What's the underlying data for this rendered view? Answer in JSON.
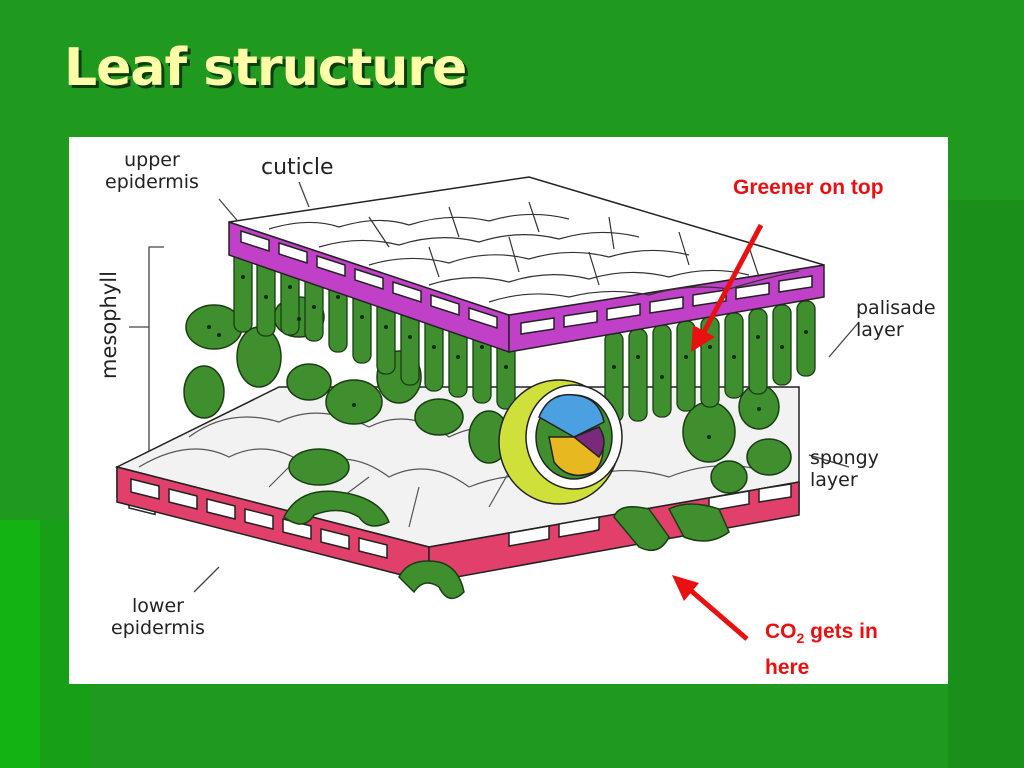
{
  "slide": {
    "title": "Leaf structure"
  },
  "diagram": {
    "labels": {
      "upper_epidermis_1": "upper",
      "upper_epidermis_2": "epidermis",
      "cuticle": "cuticle",
      "mesophyll": "mesophyll",
      "palisade_1": "palisade",
      "palisade_2": "layer",
      "spongy_1": "spongy",
      "spongy_2": "layer",
      "lower_epidermis_1": "lower",
      "lower_epidermis_2": "epidermis"
    },
    "notes": {
      "greener": "Greener on top",
      "co2_prefix": "CO",
      "co2_sub": "2",
      "co2_rest": " gets in",
      "co2_line2": "here"
    }
  },
  "colors": {
    "background": "#1f9a1f",
    "title": "#ffffa8",
    "note": "#e81010",
    "upper_epidermis": "#c040c8",
    "lower_epidermis": "#e0406a",
    "cells": "#3f8f2f"
  }
}
